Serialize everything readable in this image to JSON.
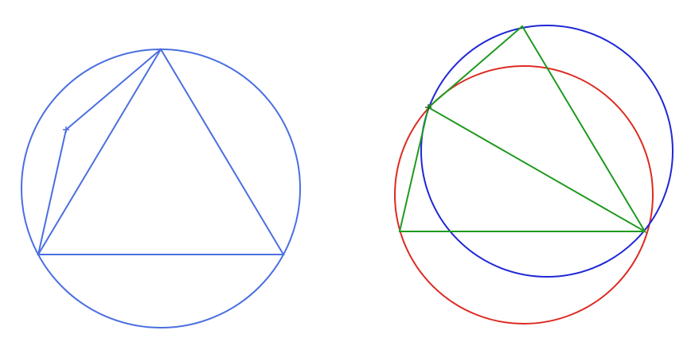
{
  "colors": {
    "left_figure": "#4a6fe0",
    "blue_circle": "#1f27d6",
    "red_circle": "#dd2a22",
    "green_triangle": "#1f9a1f",
    "point_mark": "#1f6a1f",
    "background": "#ffffff"
  },
  "figures": {
    "left": {
      "shapes": [
        "circle",
        "triangle",
        "path-to-interior-point",
        "interior-point-marker"
      ]
    },
    "right": {
      "shapes": [
        "blue-circle",
        "red-circle",
        "triangle",
        "diagonal",
        "point-marker"
      ]
    }
  }
}
